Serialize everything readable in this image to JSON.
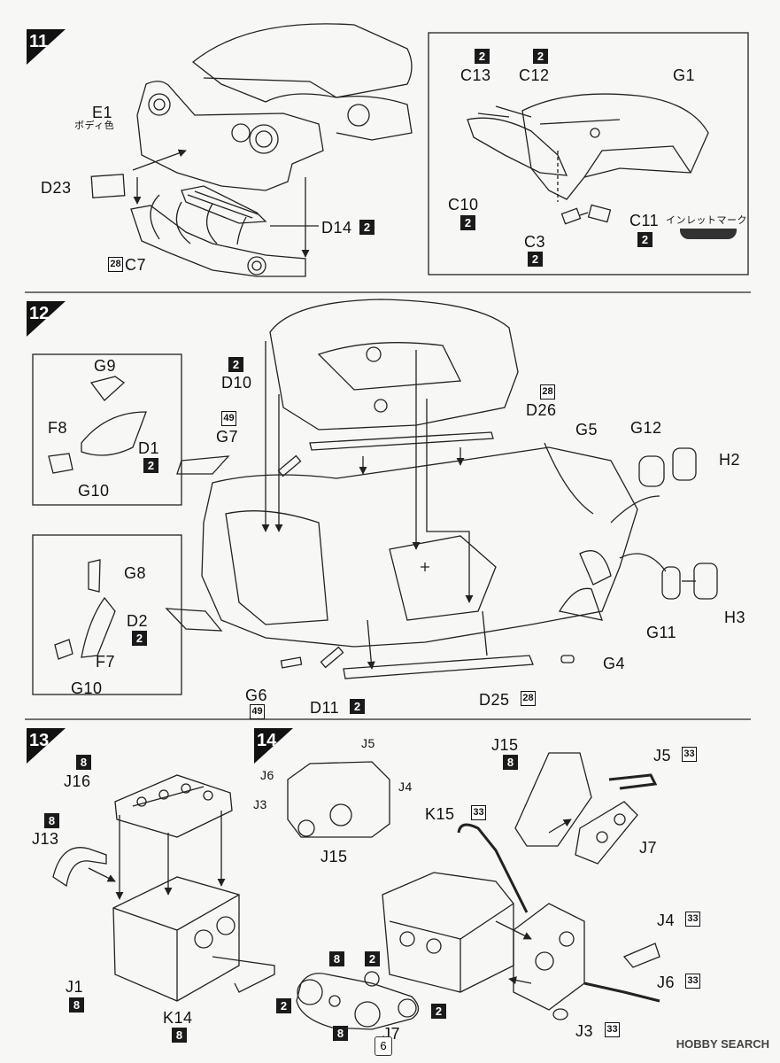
{
  "page_number": "6",
  "watermark": "HOBBY SEARCH",
  "steps": [
    {
      "number": "11"
    },
    {
      "number": "12"
    },
    {
      "number": "13"
    },
    {
      "number": "14"
    }
  ],
  "step11": {
    "e1": "E1",
    "e1_note": "ボディ色",
    "d23": "D23",
    "d14": "D14",
    "d14_badge": "2",
    "c7": "C7",
    "c7_badge": "28",
    "g1": "G1",
    "c13": "C13",
    "c13_badge": "2",
    "c12": "C12",
    "c12_badge": "2",
    "c10": "C10",
    "c10_badge": "2",
    "c11": "C11",
    "c11_badge": "2",
    "c11_note": "インレットマーク",
    "c3": "C3",
    "c3_badge": "2"
  },
  "step12": {
    "g9": "G9",
    "f8": "F8",
    "d1": "D1",
    "d1_badge": "2",
    "g10a": "G10",
    "g8": "G8",
    "d2": "D2",
    "d2_badge": "2",
    "f7": "F7",
    "g10b": "G10",
    "d10": "D10",
    "d10_badge": "2",
    "g7": "G7",
    "g7_badge": "49",
    "d26": "D26",
    "d26_badge": "28",
    "g5": "G5",
    "g12": "G12",
    "h2": "H2",
    "h3": "H3",
    "g11": "G11",
    "g4": "G4",
    "g6": "G6",
    "g6_badge": "49",
    "d11": "D11",
    "d11_badge": "2",
    "d25": "D25",
    "d25_badge": "28"
  },
  "step13": {
    "j16": "J16",
    "j16_badge": "8",
    "j13": "J13",
    "j13_badge": "8",
    "j1": "J1",
    "j1_badge": "8",
    "k14": "K14",
    "k14_badge": "8"
  },
  "step14": {
    "j5a": "J5",
    "j6a": "J6",
    "j4a": "J4",
    "j3a": "J3",
    "j15a": "J15",
    "j15b": "J15",
    "j15b_badge": "8",
    "j5b": "J5",
    "j5b_badge": "33",
    "k15": "K15",
    "k15_badge": "33",
    "j7a": "J7",
    "j4b": "J4",
    "j4b_badge": "33",
    "j6b": "J6",
    "j6b_badge": "33",
    "j3b": "J3",
    "j3b_badge": "33",
    "j7b": "J7",
    "belt_badges": [
      "8",
      "2",
      "2",
      "8",
      "2"
    ]
  }
}
